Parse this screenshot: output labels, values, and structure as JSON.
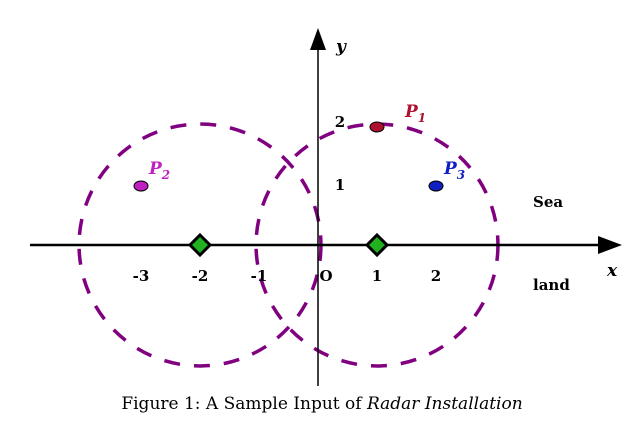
{
  "chart_data": {
    "type": "diagram",
    "axes": {
      "xlabel": "x",
      "ylabel": "y"
    },
    "x_ticks": [
      {
        "value": -3,
        "label": "-3"
      },
      {
        "value": -2,
        "label": "-2"
      },
      {
        "value": -1,
        "label": "-1"
      },
      {
        "value": 0,
        "label": "O"
      },
      {
        "value": 1,
        "label": "1"
      },
      {
        "value": 2,
        "label": "2"
      }
    ],
    "y_ticks": [
      {
        "value": 1,
        "label": "1"
      },
      {
        "value": 2,
        "label": "2"
      }
    ],
    "region_labels": {
      "above": "Sea",
      "below": "land"
    },
    "islands": [
      {
        "name": "P",
        "index": "1",
        "x": 1,
        "y": 2,
        "color": "#b01030"
      },
      {
        "name": "P",
        "index": "2",
        "x": -3,
        "y": 1,
        "color": "#c020c0"
      },
      {
        "name": "P",
        "index": "3",
        "x": 2,
        "y": 1,
        "color": "#1020c0"
      }
    ],
    "radars": [
      {
        "x": -2,
        "y": 0,
        "radius": 2.05,
        "color": "#20b020"
      },
      {
        "x": 1,
        "y": 0,
        "radius": 2.05,
        "color": "#20b020"
      }
    ],
    "circle_color": "#800080"
  },
  "caption": {
    "prefix": "Figure 1: A Sample Input of ",
    "italic": "Radar Installation"
  }
}
